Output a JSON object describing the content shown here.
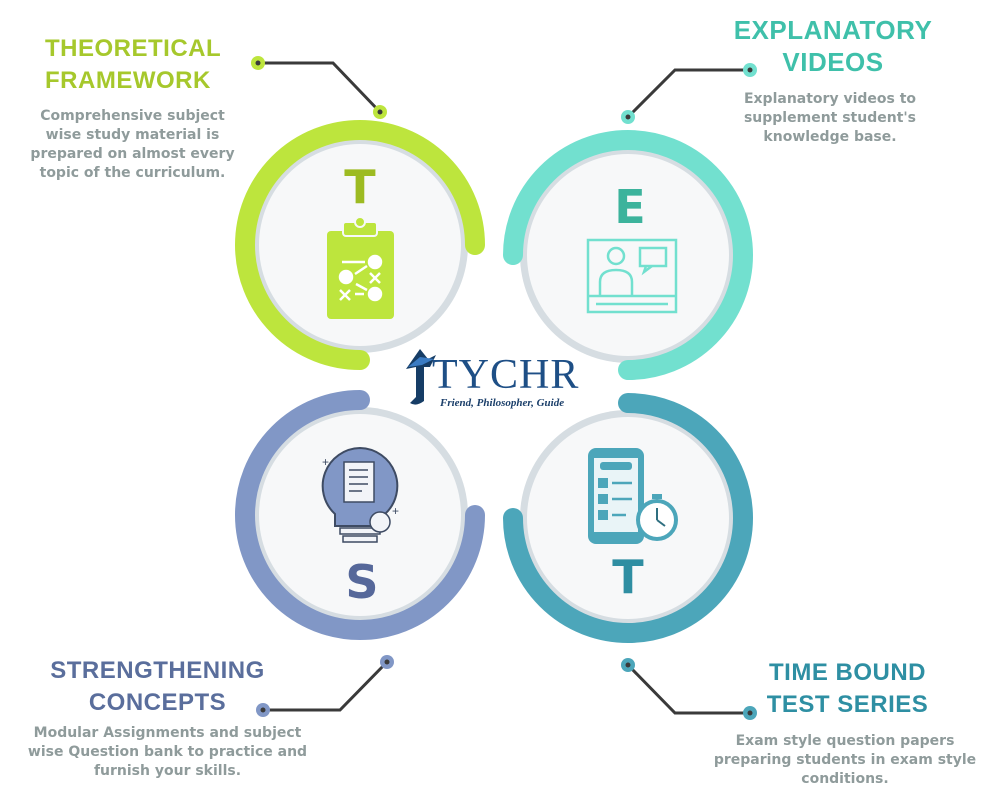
{
  "colors": {
    "green": "#bde53d",
    "teal": "#72e0cf",
    "slate": "#8197c6",
    "ocean": "#4ca6ba"
  },
  "logo": {
    "name": "TYCHR",
    "tagline": "Friend, Philosopher, Guide"
  },
  "sections": [
    {
      "letter": "T",
      "title_lines": [
        "THEORETICAL",
        "FRAMEWORK"
      ],
      "body_lines": [
        "Comprehensive subject",
        "wise study material is",
        "prepared on almost every",
        "topic of the curriculum."
      ],
      "icon": "clipboard-strategy-icon"
    },
    {
      "letter": "E",
      "title_lines": [
        "EXPLANATORY",
        "VIDEOS"
      ],
      "body_lines": [
        "Explanatory videos to",
        "supplement student's",
        "knowledge base."
      ],
      "icon": "video-lecture-icon"
    },
    {
      "letter": "S",
      "title_lines": [
        "STRENGTHENING",
        "CONCEPTS"
      ],
      "body_lines": [
        "Modular Assignments and subject",
        "wise Question bank to practice and",
        "furnish your skills."
      ],
      "icon": "lightbulb-document-icon"
    },
    {
      "letter": "T",
      "title_lines": [
        "TIME BOUND",
        "TEST SERIES"
      ],
      "body_lines": [
        "Exam style question papers",
        "preparing students in exam style",
        "conditions."
      ],
      "icon": "phone-stopwatch-icon"
    }
  ]
}
